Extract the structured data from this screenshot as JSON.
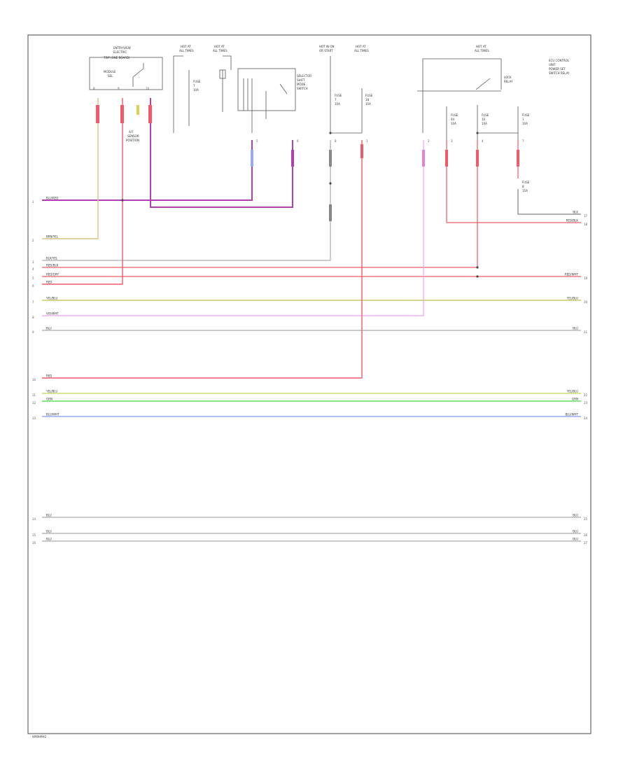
{
  "diagram": {
    "figure_id": "W90H9H2",
    "components": {
      "c1": {
        "lines": [
          "ENTRY/VIEW",
          "ELECTRIC",
          "TRIP (ONE BOARD)"
        ]
      },
      "c2": {
        "lines": [
          "MODULE",
          "SEL"
        ]
      },
      "c3": {
        "lines": [
          "A/T",
          "SENSOR",
          "POSITION"
        ]
      },
      "c4": {
        "lines": [
          "HOT AT",
          "ALL TIMES"
        ]
      },
      "c5": {
        "lines": [
          "HOT AT",
          "ALL TIMES"
        ]
      },
      "c6": {
        "lines": [
          "SELECTOR",
          "SHIFT",
          "MODE",
          "SWITCH"
        ]
      },
      "c7": {
        "lines": [
          "HOT IN ON",
          "OR START"
        ]
      },
      "c8": {
        "lines": [
          "HOT AT",
          "ALL TIMES"
        ]
      },
      "c9": {
        "lines": [
          "HOT AT",
          "ALL TIMES"
        ]
      },
      "c10": {
        "lines": [
          "LOCK",
          "RELAY"
        ]
      },
      "c11": {
        "lines": [
          "ECU CONTROL",
          "UNIT",
          "POWER SET",
          "SWITCH RELAY"
        ]
      }
    },
    "fuses": {
      "f1": [
        "FUSE",
        "7",
        "10A"
      ],
      "f2": [
        "FUSE",
        "7",
        "10A"
      ],
      "f3": [
        "FUSE",
        "18",
        "15A"
      ],
      "f4": [
        "FUSE",
        "8",
        "15A"
      ],
      "f5": [
        "FUSE",
        "44",
        "10A"
      ],
      "f6": [
        "FUSE",
        "16",
        "10A"
      ],
      "f7": [
        "FUSE",
        "1",
        "10A"
      ]
    },
    "left_wires": [
      {
        "pin": "1",
        "label": "BLU/RED",
        "color": "#b040b0"
      },
      {
        "pin": "2",
        "label": "BRN/YEL",
        "color": "#c8b060"
      },
      {
        "pin": "3",
        "label": "BLK/YEL",
        "color": "#999999"
      },
      {
        "pin": "4",
        "label": "RED/BLK",
        "color": "#f05a6a"
      },
      {
        "pin": "5",
        "label": "RED/GRY",
        "color": "#f05a6a"
      },
      {
        "pin": "6",
        "label": "RED",
        "color": "#f05a6a"
      },
      {
        "pin": "7",
        "label": "YEL/BLU",
        "color": "#c8c86a"
      },
      {
        "pin": "8",
        "label": "VIO/WHT",
        "color": "#dddddd"
      },
      {
        "pin": "9",
        "label": "BLU",
        "color": "#aaaaaa"
      },
      {
        "pin": "10",
        "label": "RED",
        "color": "#f05a6a"
      },
      {
        "pin": "11",
        "label": "YEL/BLU",
        "color": "#c8e070"
      },
      {
        "pin": "12",
        "label": "GRN",
        "color": "#60e060"
      },
      {
        "pin": "13",
        "label": "BLU/WHT",
        "color": "#9aa8f0"
      },
      {
        "pin": "14",
        "label": "BLU",
        "color": "#aaaaaa"
      },
      {
        "pin": "15",
        "label": "BLU",
        "color": "#aaaaaa"
      },
      {
        "pin": "16",
        "label": "BLU",
        "color": "#aaaaaa"
      }
    ],
    "right_wires": [
      {
        "pin": "17",
        "label": "BLK"
      },
      {
        "pin": "18",
        "label": "RED/BLK"
      },
      {
        "pin": "19",
        "label": "RED/WHT"
      },
      {
        "pin": "20",
        "label": "YEL/BLU"
      },
      {
        "pin": "21",
        "label": "BLU"
      },
      {
        "pin": "22",
        "label": "YEL/BLU"
      },
      {
        "pin": "23",
        "label": "GRN"
      },
      {
        "pin": "24",
        "label": "BLU/WHT"
      },
      {
        "pin": "25",
        "label": "BLU"
      },
      {
        "pin": "26",
        "label": "BLU"
      },
      {
        "pin": "27",
        "label": "BLU"
      }
    ],
    "drop_pins": [
      "5",
      "6",
      "8",
      "1",
      "2",
      "3",
      "4",
      "7",
      "8",
      "9",
      "10"
    ]
  }
}
